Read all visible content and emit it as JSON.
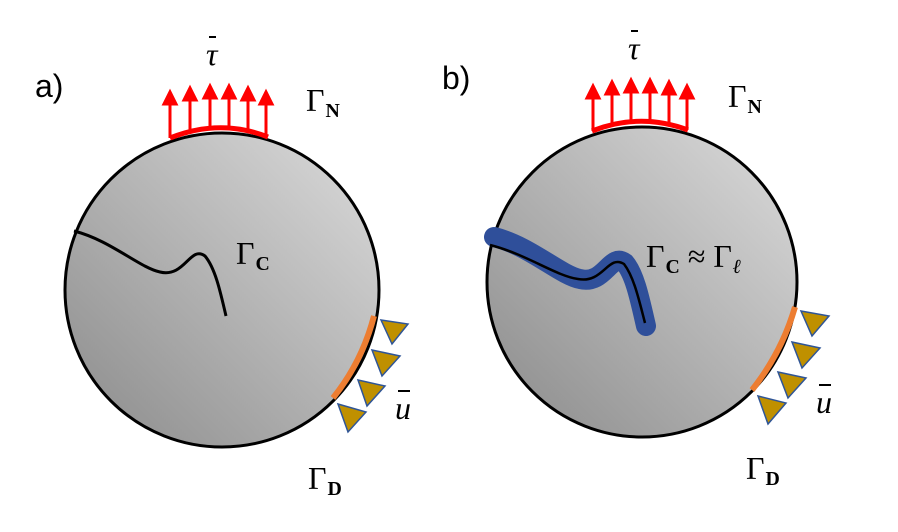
{
  "panels": {
    "a": {
      "label": "a)",
      "traction_label": "τ",
      "neumann_label": "Γ",
      "neumann_sub": "N",
      "crack_label": "Γ",
      "crack_sub": "C",
      "displacement_label": "u",
      "dirichlet_label": "Γ",
      "dirichlet_sub": "D"
    },
    "b": {
      "label": "b)",
      "traction_label": "τ",
      "neumann_label": "Γ",
      "neumann_sub": "N",
      "crack_label": "Γ",
      "crack_sub": "C",
      "approx_symbol": "≈",
      "regularized_label": "Γ",
      "regularized_sub": "ℓ",
      "displacement_label": "u",
      "dirichlet_label": "Γ",
      "dirichlet_sub": "D"
    }
  },
  "colors": {
    "traction_arrows": "#ff0000",
    "dirichlet_boundary": "#ed7d31",
    "supports_fill": "#bf9000",
    "supports_edge": "#2f5597",
    "diffuse_crack": "#2f4f9a",
    "body_light": "#d9d9d9",
    "body_dark": "#8c8c8c"
  }
}
